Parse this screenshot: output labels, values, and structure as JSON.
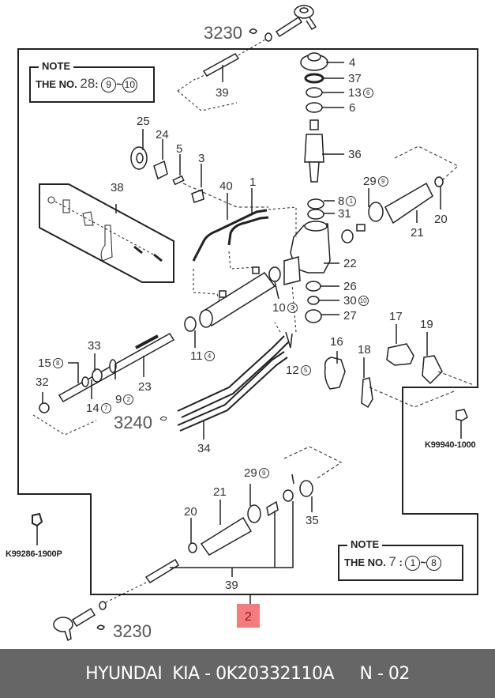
{
  "diagram": {
    "title": "Steering gear parts exploded diagram",
    "callouts": {
      "c3230_top": "3230",
      "c3240": "3240",
      "c3230_bottom": "3230",
      "c39_top": "39",
      "c4": "4",
      "c37": "37",
      "c13": "13",
      "c13_note": "6",
      "c6": "6",
      "c25": "25",
      "c24": "24",
      "c5": "5",
      "c3": "3",
      "c36": "36",
      "c38": "38",
      "c40": "40",
      "c1": "1",
      "c29_top": "29",
      "c29_top_note": "9",
      "c20_top": "20",
      "c21_top": "21",
      "c8": "8",
      "c8_note": "1",
      "c31": "31",
      "c22": "22",
      "c26": "26",
      "c10": "10",
      "c10_note": "3",
      "c30": "30",
      "c30_note": "10",
      "c27": "27",
      "c33": "33",
      "c15": "15",
      "c15_note": "8",
      "c11": "11",
      "c11_note": "4",
      "c17": "17",
      "c19": "19",
      "c16": "16",
      "c18": "18",
      "c12": "12",
      "c12_note": "5",
      "c32": "32",
      "c23": "23",
      "c14": "14",
      "c14_note": "7",
      "c9": "9",
      "c9_note": "2",
      "c34": "34",
      "c29_bottom": "29",
      "c29_bottom_note": "9",
      "c21_bottom": "21",
      "c20_bottom": "20",
      "c35": "35",
      "c39_bottom": "39",
      "c2": "2",
      "k99940": "K99940-1000",
      "k99286": "K99286-1900P"
    },
    "notes": [
      {
        "title": "NOTE",
        "prefix": "THE NO.",
        "number": "28",
        "sep": ":",
        "from": "9",
        "tilde": "~",
        "to": "10"
      },
      {
        "title": "NOTE",
        "prefix": "THE NO.",
        "number": "7",
        "sep": ":",
        "from": "1",
        "tilde": "~",
        "to": "8"
      }
    ],
    "highlight": {
      "label": "2",
      "color": "#f47c7c"
    }
  },
  "footer": {
    "brand": "HYUNDAI  KIA",
    "separator": " - ",
    "part_number": "0K20332110A",
    "gap": "     ",
    "page_ref": "N - 02",
    "background": "#666666"
  }
}
